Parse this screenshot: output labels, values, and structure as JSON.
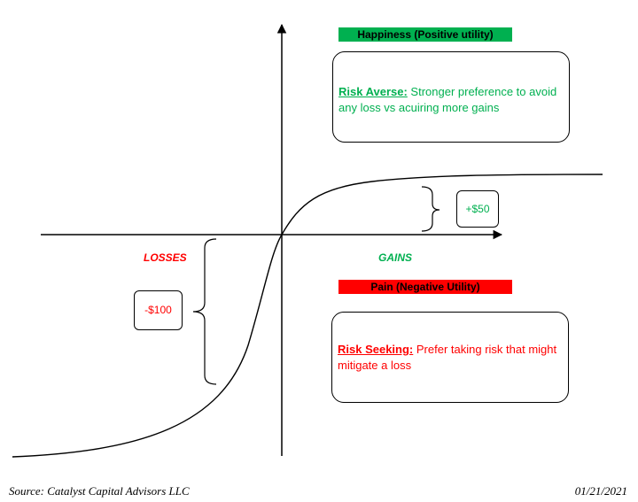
{
  "colors": {
    "happy_bg": "#00b050",
    "pain_bg": "#ff0000",
    "positive_text": "#00b050",
    "negative_text": "#ff0000",
    "line": "#000000"
  },
  "banners": {
    "happiness": "Happiness (Positive utility)",
    "pain": "Pain (Negative Utility)"
  },
  "boxes": {
    "risk_averse_term": "Risk Averse:",
    "risk_averse_text": " Stronger preference to avoid any loss vs acuiring more gains",
    "risk_seeking_term": "Risk Seeking:",
    "risk_seeking_text": " Prefer taking risk that might mitigate a loss"
  },
  "amounts": {
    "gain": "+$50",
    "loss": "-$100"
  },
  "axis_labels": {
    "losses": "LOSSES",
    "gains": "GAINS"
  },
  "footer": {
    "source": "Source: Catalyst Capital Advisors LLC",
    "date": "01/21/2021"
  }
}
